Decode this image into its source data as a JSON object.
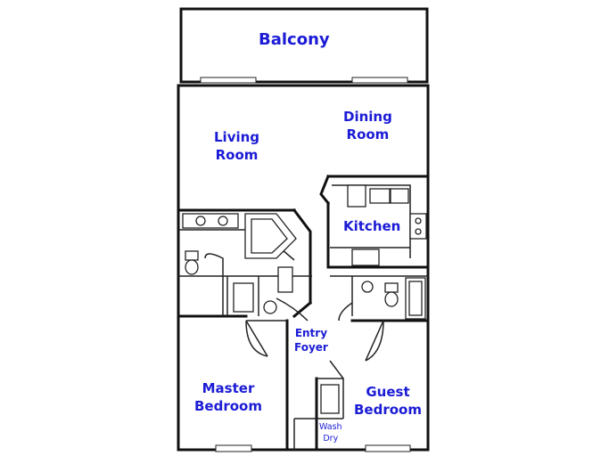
{
  "rooms": {
    "balcony": {
      "line1": "Balcony"
    },
    "living": {
      "line1": "Living",
      "line2": "Room"
    },
    "dining": {
      "line1": "Dining",
      "line2": "Room"
    },
    "kitchen": {
      "line1": "Kitchen"
    },
    "entry": {
      "line1": "Entry",
      "line2": "Foyer"
    },
    "master": {
      "line1": "Master",
      "line2": "Bedroom"
    },
    "guest": {
      "line1": "Guest",
      "line2": "Bedroom"
    },
    "laundry": {
      "line1": "Wash",
      "line2": "Dry"
    }
  },
  "colors": {
    "label": "#1b1bd6",
    "wall": "#111111",
    "background": "#ffffff"
  }
}
